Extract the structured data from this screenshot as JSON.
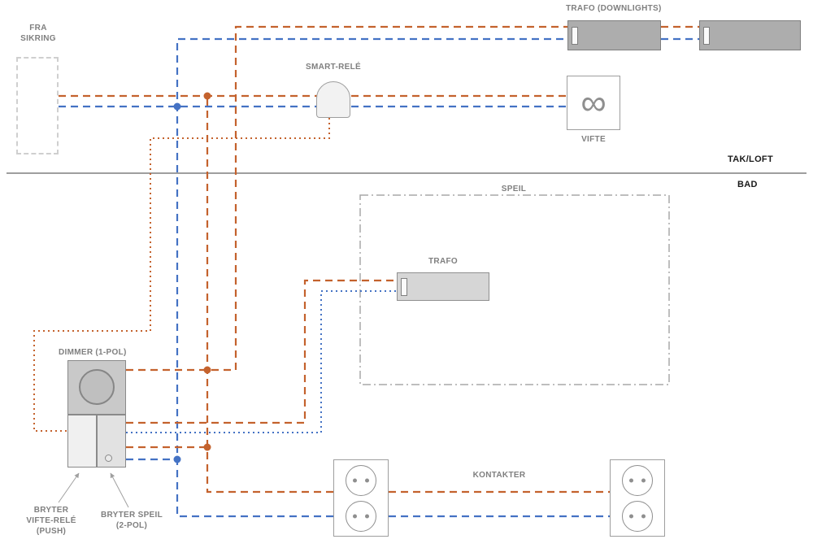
{
  "diagram": {
    "zones": {
      "top": "TAK/LOFT",
      "bottom": "BAD"
    },
    "components": {
      "fra_sikring": {
        "label_lines": [
          "FRA",
          "SIKRING"
        ]
      },
      "trafo_downlights": {
        "label": "TRAFO (DOWNLIGHTS)"
      },
      "smart_rele": {
        "label": "SMART-RELÉ"
      },
      "vifte": {
        "label": "VIFTE",
        "icon": "∞"
      },
      "speil": {
        "label": "SPEIL"
      },
      "trafo_speil": {
        "label": "TRAFO"
      },
      "dimmer": {
        "label": "DIMMER (1-POL)"
      },
      "bryter_vifte": {
        "label_lines": [
          "BRYTER",
          "VIFTE-RELÉ",
          "(PUSH)"
        ]
      },
      "bryter_speil": {
        "label_lines": [
          "BRYTER SPEIL",
          "(2-POL)"
        ]
      },
      "kontakter": {
        "label": "KONTAKTER"
      }
    },
    "colors": {
      "live_wire": "#C4622D",
      "neutral_wire": "#4472C4",
      "component_fill": "#ADADAD",
      "label_text": "#7F7F7F",
      "zone_text": "#1A1A1A"
    }
  }
}
